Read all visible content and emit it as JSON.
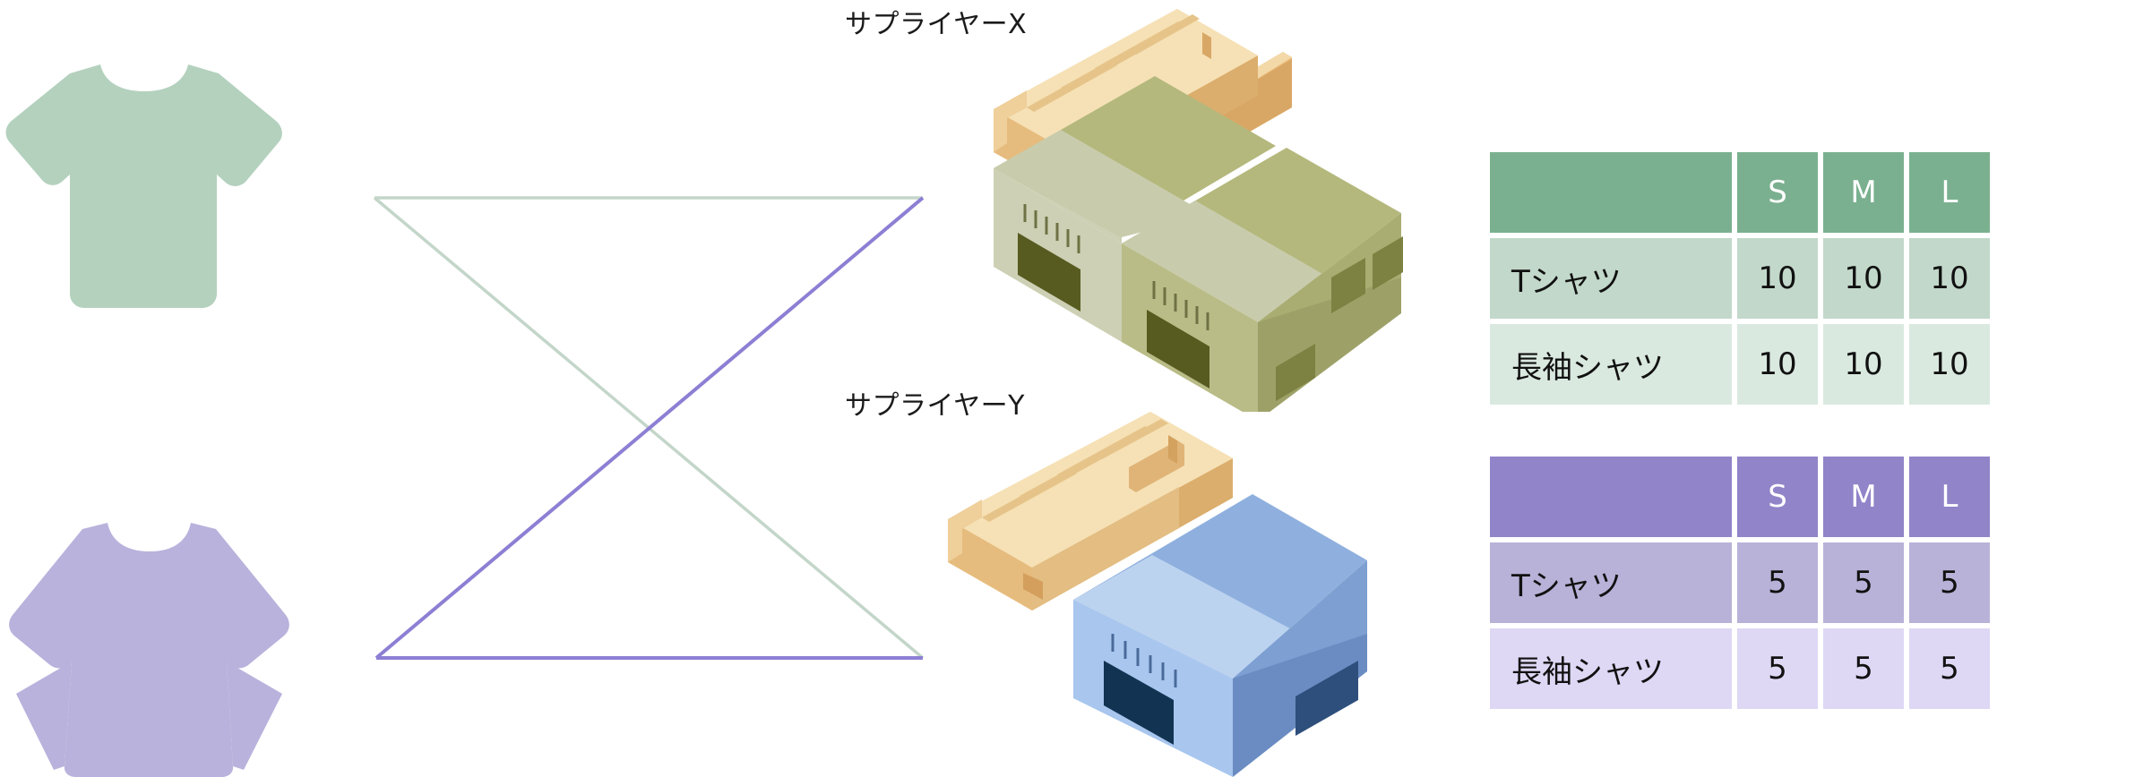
{
  "products": [
    {
      "name": "tshirt",
      "icon": "tshirt-short-sleeve-icon",
      "color": "#B4D1BE"
    },
    {
      "name": "longsleeve",
      "icon": "shirt-long-sleeve-icon",
      "color": "#B9B2DC"
    }
  ],
  "flow": {
    "green_color": "#C3D6C9",
    "purple_color": "#8C7FD4"
  },
  "suppliers": [
    {
      "label": "サプライヤーX",
      "warehouse_icon": "warehouse-green-icon",
      "accent": "#7AB08F"
    },
    {
      "label": "サプライヤーY",
      "warehouse_icon": "warehouse-blue-icon",
      "accent": "#9184C8"
    }
  ],
  "tables": [
    {
      "id": "supplier-x",
      "accent": "#7AB08F",
      "header": [
        "",
        "S",
        "M",
        "L"
      ],
      "rows": [
        {
          "label": "Tシャツ",
          "values": [
            "10",
            "10",
            "10"
          ]
        },
        {
          "label": "長袖シャツ",
          "values": [
            "10",
            "10",
            "10"
          ]
        }
      ]
    },
    {
      "id": "supplier-y",
      "accent": "#9184C8",
      "header": [
        "",
        "S",
        "M",
        "L"
      ],
      "rows": [
        {
          "label": "Tシャツ",
          "values": [
            "5",
            "5",
            "5"
          ]
        },
        {
          "label": "長袖シャツ",
          "values": [
            "5",
            "5",
            "5"
          ]
        }
      ]
    }
  ]
}
